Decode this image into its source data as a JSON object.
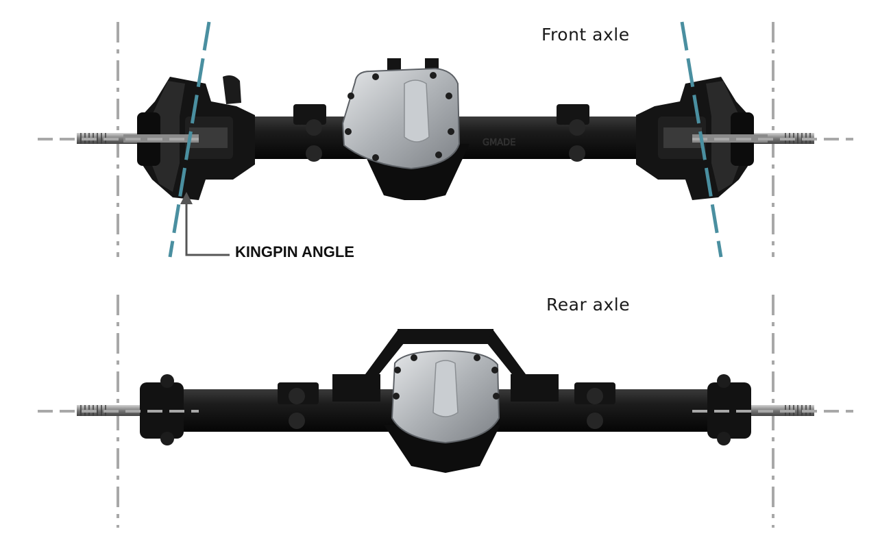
{
  "front_axle": {
    "title": "Front axle"
  },
  "rear_axle": {
    "title": "Rear axle"
  },
  "annotations": {
    "kingpin_label": "KINGPIN ANGLE"
  },
  "colors": {
    "kingpin_line": "#4a8fa0",
    "guide_line": "#a8a8a8",
    "axle_body": "#111111",
    "diff_cover": "#b8bcc0",
    "leader": "#555555"
  },
  "icons": [
    "arrow-up-icon"
  ]
}
